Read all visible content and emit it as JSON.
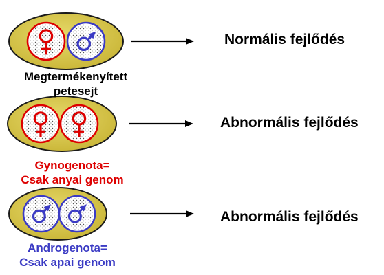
{
  "colors": {
    "egg_fill": "#d4c24a",
    "egg_stroke": "#1a1a1a",
    "female": "#dd0000",
    "male": "#3b3bc4",
    "nucleus_fill": "#ffffff",
    "arrow": "#000000",
    "text": "#000000"
  },
  "rows": [
    {
      "nuclei": [
        "female",
        "male"
      ],
      "caption_line1": "Megtermékenyített",
      "caption_line2": "petesejt",
      "caption_color": "#000000",
      "outcome": "Normális fejlődés"
    },
    {
      "nuclei": [
        "female",
        "female"
      ],
      "caption_line1": "Gynogenota=",
      "caption_line2": "Csak anyai genom",
      "caption_color": "#dd0000",
      "outcome": "Abnormális fejlődés"
    },
    {
      "nuclei": [
        "male",
        "male"
      ],
      "caption_line1": "Androgenota=",
      "caption_line2": "Csak apai genom",
      "caption_color": "#3b3bc4",
      "outcome": "Abnormális fejlődés"
    }
  ]
}
